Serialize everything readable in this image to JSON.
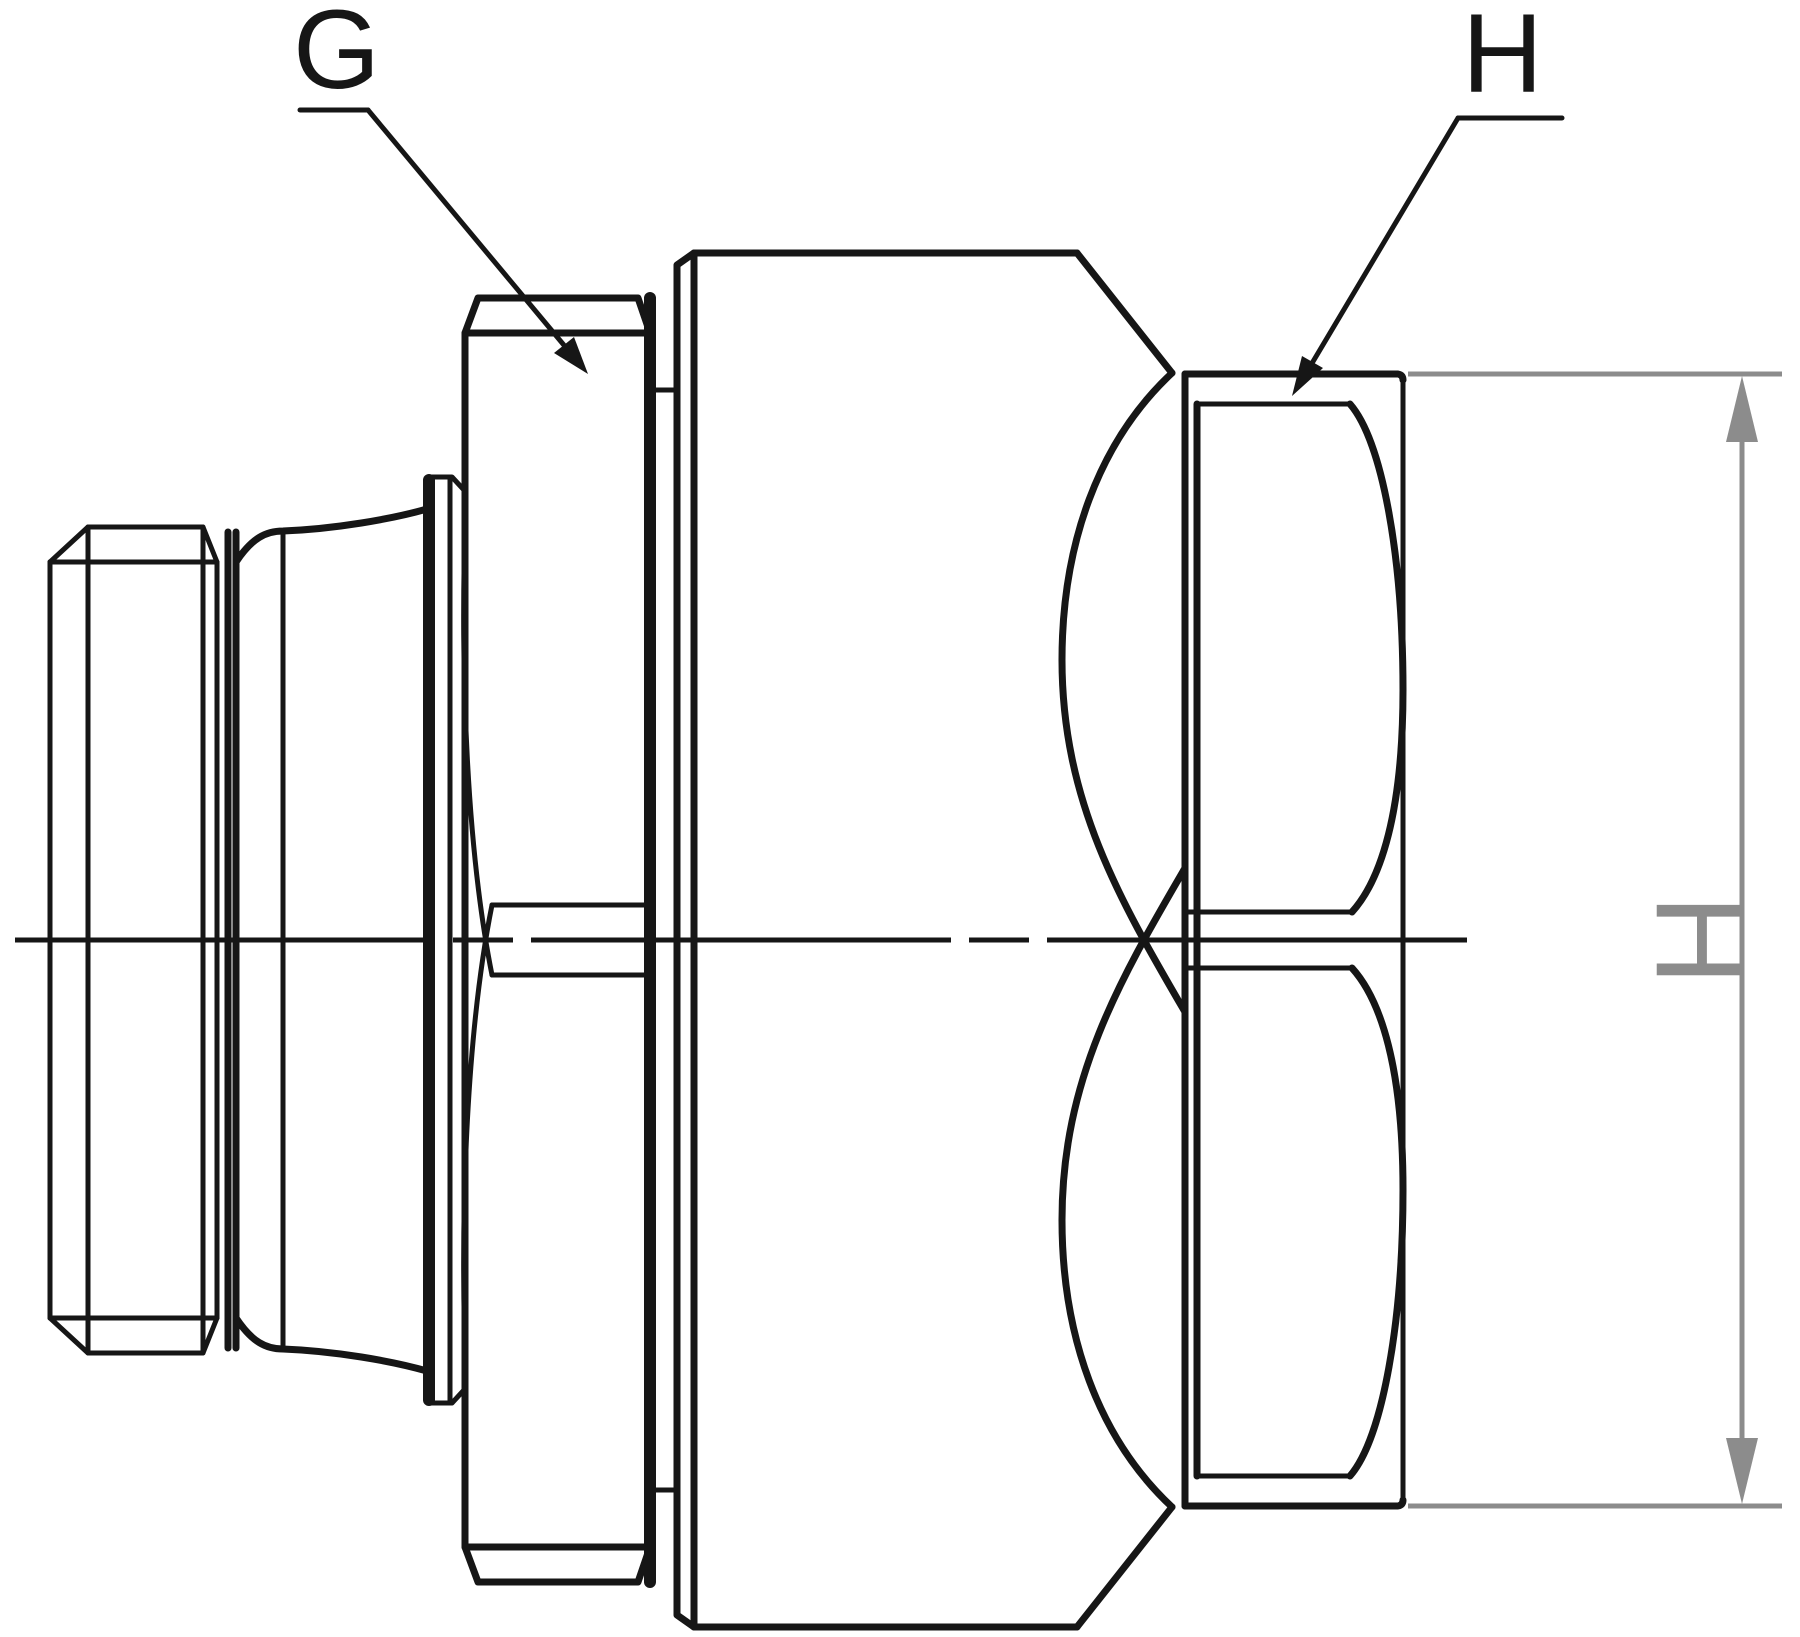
{
  "colors": {
    "line": "#161616",
    "dim": "#8c8c8c",
    "background": "#ffffff"
  },
  "labels": {
    "thread_callout": "G",
    "wrench_flat_callout": "H",
    "height_dimension": "H"
  }
}
